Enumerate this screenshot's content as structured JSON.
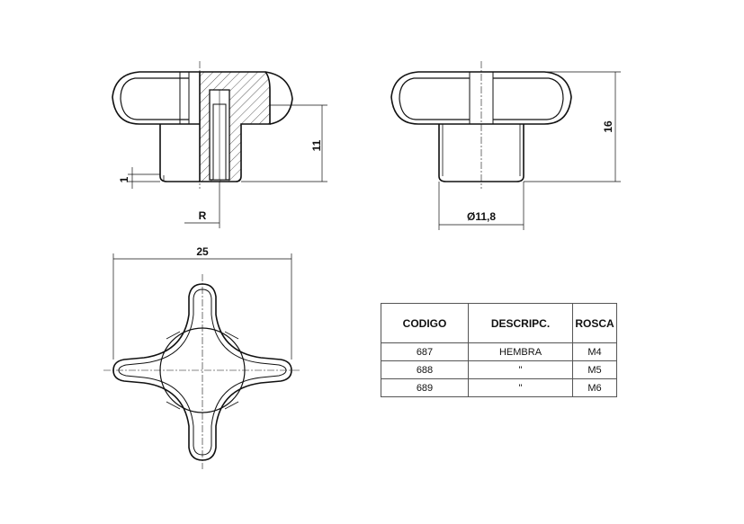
{
  "dimensions": {
    "height_11": "11",
    "thread_1": "1",
    "radius_r": "R",
    "diameter": "Ø11,8",
    "height_16": "16",
    "width_25": "25"
  },
  "table": {
    "headers": [
      "CODIGO",
      "DESCRIPC.",
      "ROSCA"
    ],
    "rows": [
      [
        "687",
        "HEMBRA",
        "M4"
      ],
      [
        "688",
        "\"",
        "M5"
      ],
      [
        "689",
        "\"",
        "M6"
      ]
    ]
  }
}
